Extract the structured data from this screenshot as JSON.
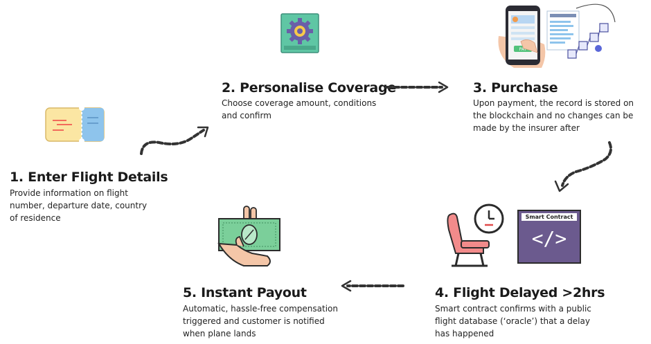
{
  "steps": [
    {
      "title": "1. Enter Flight Details",
      "lines": [
        "Provide information on flight",
        "number, departure date, country",
        "of residence"
      ],
      "icon": "ticket-icon"
    },
    {
      "title": "2. Personalise Coverage",
      "lines": [
        "Choose coverage amount, conditions",
        "and confirm"
      ],
      "icon": "gear-icon"
    },
    {
      "title": "3. Purchase",
      "lines": [
        "Upon payment, the record is stored on",
        "the blockchain and no changes can be",
        "made by the insurer after"
      ],
      "icon": "phone-blockchain-icon",
      "pay_label": "PAY"
    },
    {
      "title": "4. Flight Delayed >2hrs",
      "lines": [
        "Smart contract confirms with a public",
        "flight database (‘oracle’) that a delay",
        "has happened"
      ],
      "icon": "seat-clock-contract-icon",
      "contract_label": "Smart Contract"
    },
    {
      "title": "5. Instant Payout",
      "lines": [
        "Automatic, hassle-free compensation",
        "triggered and customer is notified",
        "when plane lands"
      ],
      "icon": "cash-hand-icon"
    }
  ],
  "colors": {
    "ticket_yellow": "#fbe6a3",
    "ticket_blue": "#8ec4ec",
    "ticket_red": "#f26b5b",
    "gear_green": "#5fc6a4",
    "gear_purple": "#6a5ea8",
    "seat_pink": "#f28b8b",
    "contract_purple": "#6b5a8e",
    "cash_green": "#7bcf9a"
  }
}
